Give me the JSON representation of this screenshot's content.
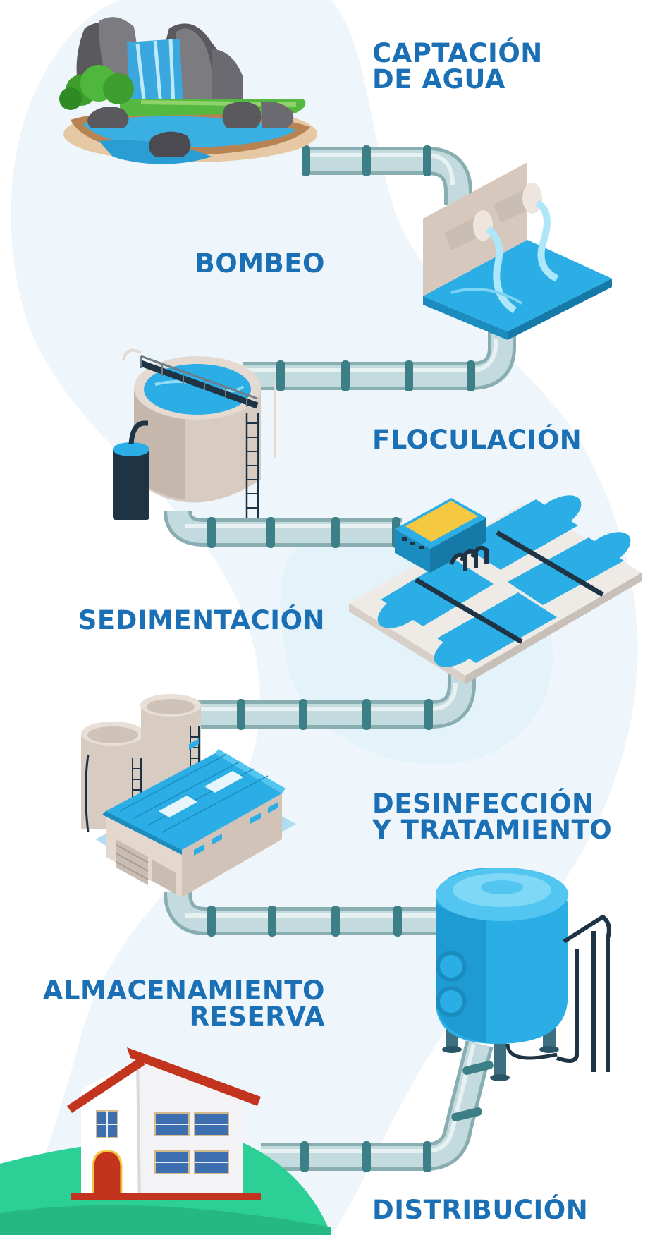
{
  "colors": {
    "label": "#1a6fb5",
    "pipe": "#b9d3d6",
    "pipe_shadow": "#88aeb2",
    "pipe_band": "#3d7f86",
    "water": "#2aaee5",
    "water_light": "#52c6f0",
    "concrete": "#d7cbc2",
    "background_blob": "#eaf5fb",
    "roof": "#c2341d",
    "window": "#3d6fb0",
    "grass": "#2ccf95",
    "dark": "#1e3444"
  },
  "steps": [
    {
      "id": "captacion",
      "lines": [
        "CAPTACIÓN",
        "DE AGUA"
      ],
      "icon": "waterfall-icon"
    },
    {
      "id": "bombeo",
      "lines": [
        "BOMBEO"
      ],
      "icon": "outfall-pipes-icon"
    },
    {
      "id": "floculacion",
      "lines": [
        "FLOCULACIÓN"
      ],
      "icon": "flocculation-tank-icon"
    },
    {
      "id": "sedimentacion",
      "lines": [
        "SEDIMENTACIÓN"
      ],
      "icon": "sedimentation-basins-icon"
    },
    {
      "id": "desinfeccion",
      "lines": [
        "DESINFECCIÓN",
        "Y TRATAMIENTO"
      ],
      "icon": "treatment-plant-icon"
    },
    {
      "id": "almacenamiento",
      "lines": [
        "ALMACENAMIENTO",
        "RESERVA"
      ],
      "icon": "storage-tank-icon"
    },
    {
      "id": "distribucion",
      "lines": [
        "DISTRIBUCIÓN"
      ],
      "icon": "house-icon"
    }
  ]
}
